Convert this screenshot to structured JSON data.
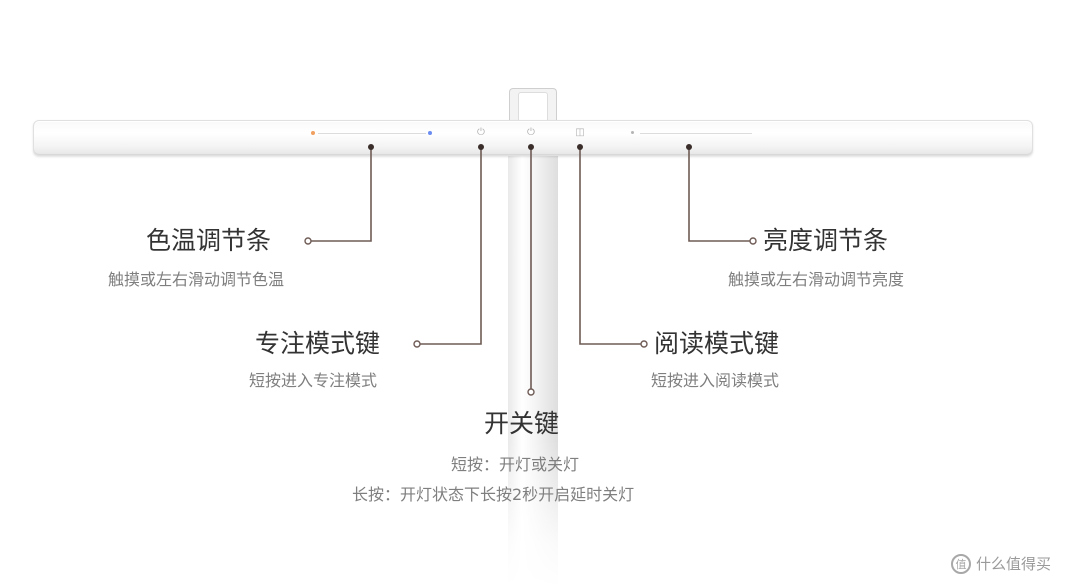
{
  "callouts": {
    "color_temp": {
      "title": "色温调节条",
      "desc": "触摸或左右滑动调节色温"
    },
    "brightness": {
      "title": "亮度调节条",
      "desc": "触摸或左右滑动调节亮度"
    },
    "focus_mode": {
      "title": "专注模式键",
      "desc": "短按进入专注模式"
    },
    "reading_mode": {
      "title": "阅读模式键",
      "desc": "短按进入阅读模式"
    },
    "power": {
      "title": "开关键",
      "desc_short": "短按：开灯或关灯",
      "desc_long": "长按：开灯状态下长按2秒开启延时关灯"
    }
  },
  "bar_icons": {
    "focus": "⏻",
    "power": "⏻",
    "reading": "◫"
  },
  "colors": {
    "line": "#6f5b55",
    "warm": "#f0a060",
    "cool": "#6b8cf0"
  },
  "watermark": {
    "logo": "值",
    "text": "什么值得买"
  }
}
